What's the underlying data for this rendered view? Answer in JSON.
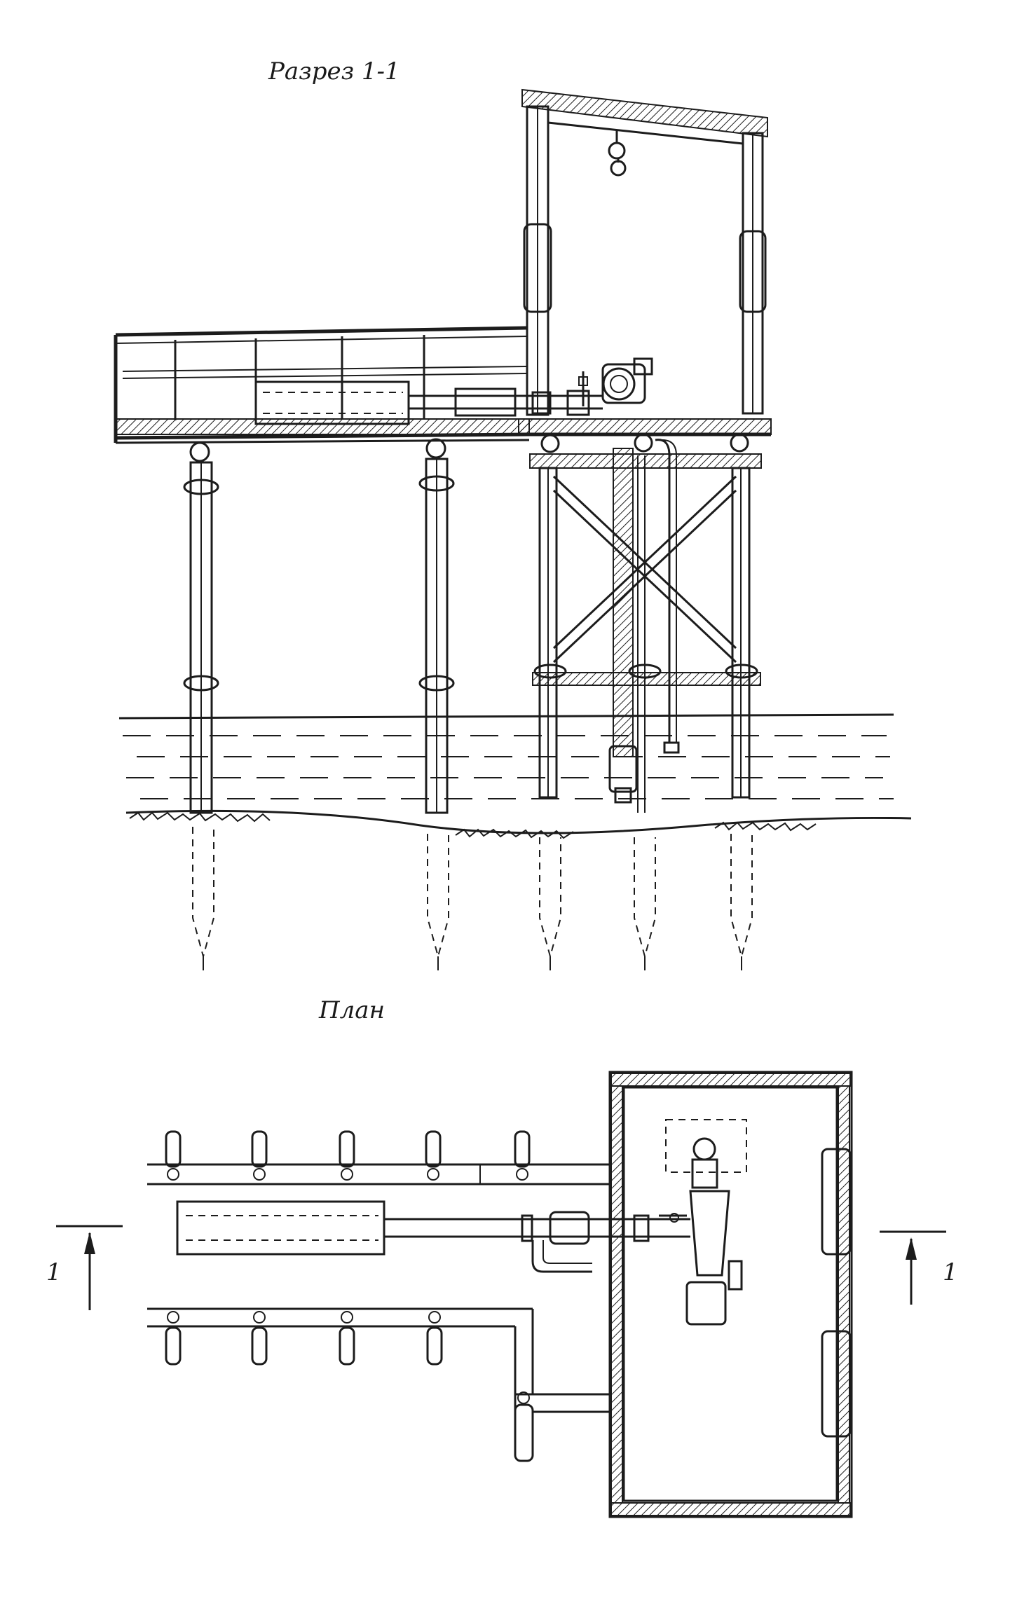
{
  "section_title": "Разрез 1-1",
  "plan_title": "План",
  "section_marker_left": "1",
  "section_marker_right": "1"
}
